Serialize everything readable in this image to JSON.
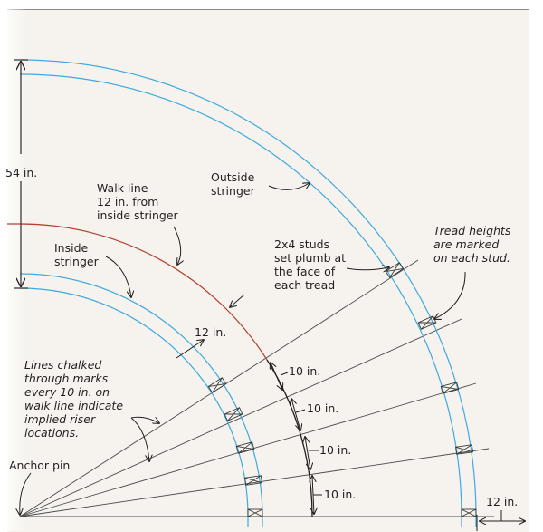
{
  "diagram": {
    "labels": {
      "height_dim": "54 in.",
      "outside_stringer": [
        "Outside",
        "stringer"
      ],
      "walk_line": [
        "Walk line",
        "12 in. from",
        "inside stringer"
      ],
      "inside_stringer": [
        "Inside",
        "stringer"
      ],
      "studs": [
        "2x4 studs",
        "set plumb at",
        "the face of",
        "each tread"
      ],
      "tread_heights": [
        "Tread heights",
        "are marked",
        "on each stud."
      ],
      "walk_offset": "12 in.",
      "chalk_lines": [
        "Lines chalked",
        "through marks",
        "every 10 in. on",
        "walk line indicate",
        "implied riser",
        "locations."
      ],
      "anchor_pin": "Anchor pin",
      "spacing_1": "10 in.",
      "spacing_2": "10 in.",
      "spacing_3": "10 in.",
      "spacing_4": "10 in.",
      "stringer_width": "12 in."
    },
    "colors": {
      "stringer": "#3fa9e0",
      "walk_line": "#b5402f",
      "lines": "#3a3a3a",
      "background": "#f6f3ee"
    }
  }
}
